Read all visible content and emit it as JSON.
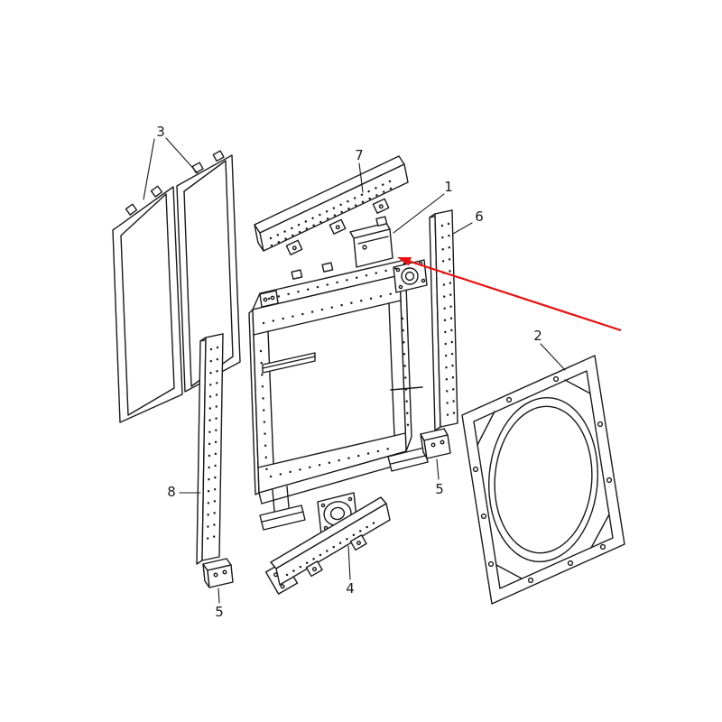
{
  "diagram": {
    "type": "exploded-parts-line-drawing",
    "background_color": "#ffffff",
    "line_color": "#1a1a1a",
    "arrow_color": "#ea1010",
    "callouts": [
      {
        "label": "3"
      },
      {
        "label": "7"
      },
      {
        "label": "1"
      },
      {
        "label": "6"
      },
      {
        "label": "2"
      },
      {
        "label": "8"
      },
      {
        "label": "5"
      },
      {
        "label": "4"
      },
      {
        "label": "5"
      }
    ]
  }
}
